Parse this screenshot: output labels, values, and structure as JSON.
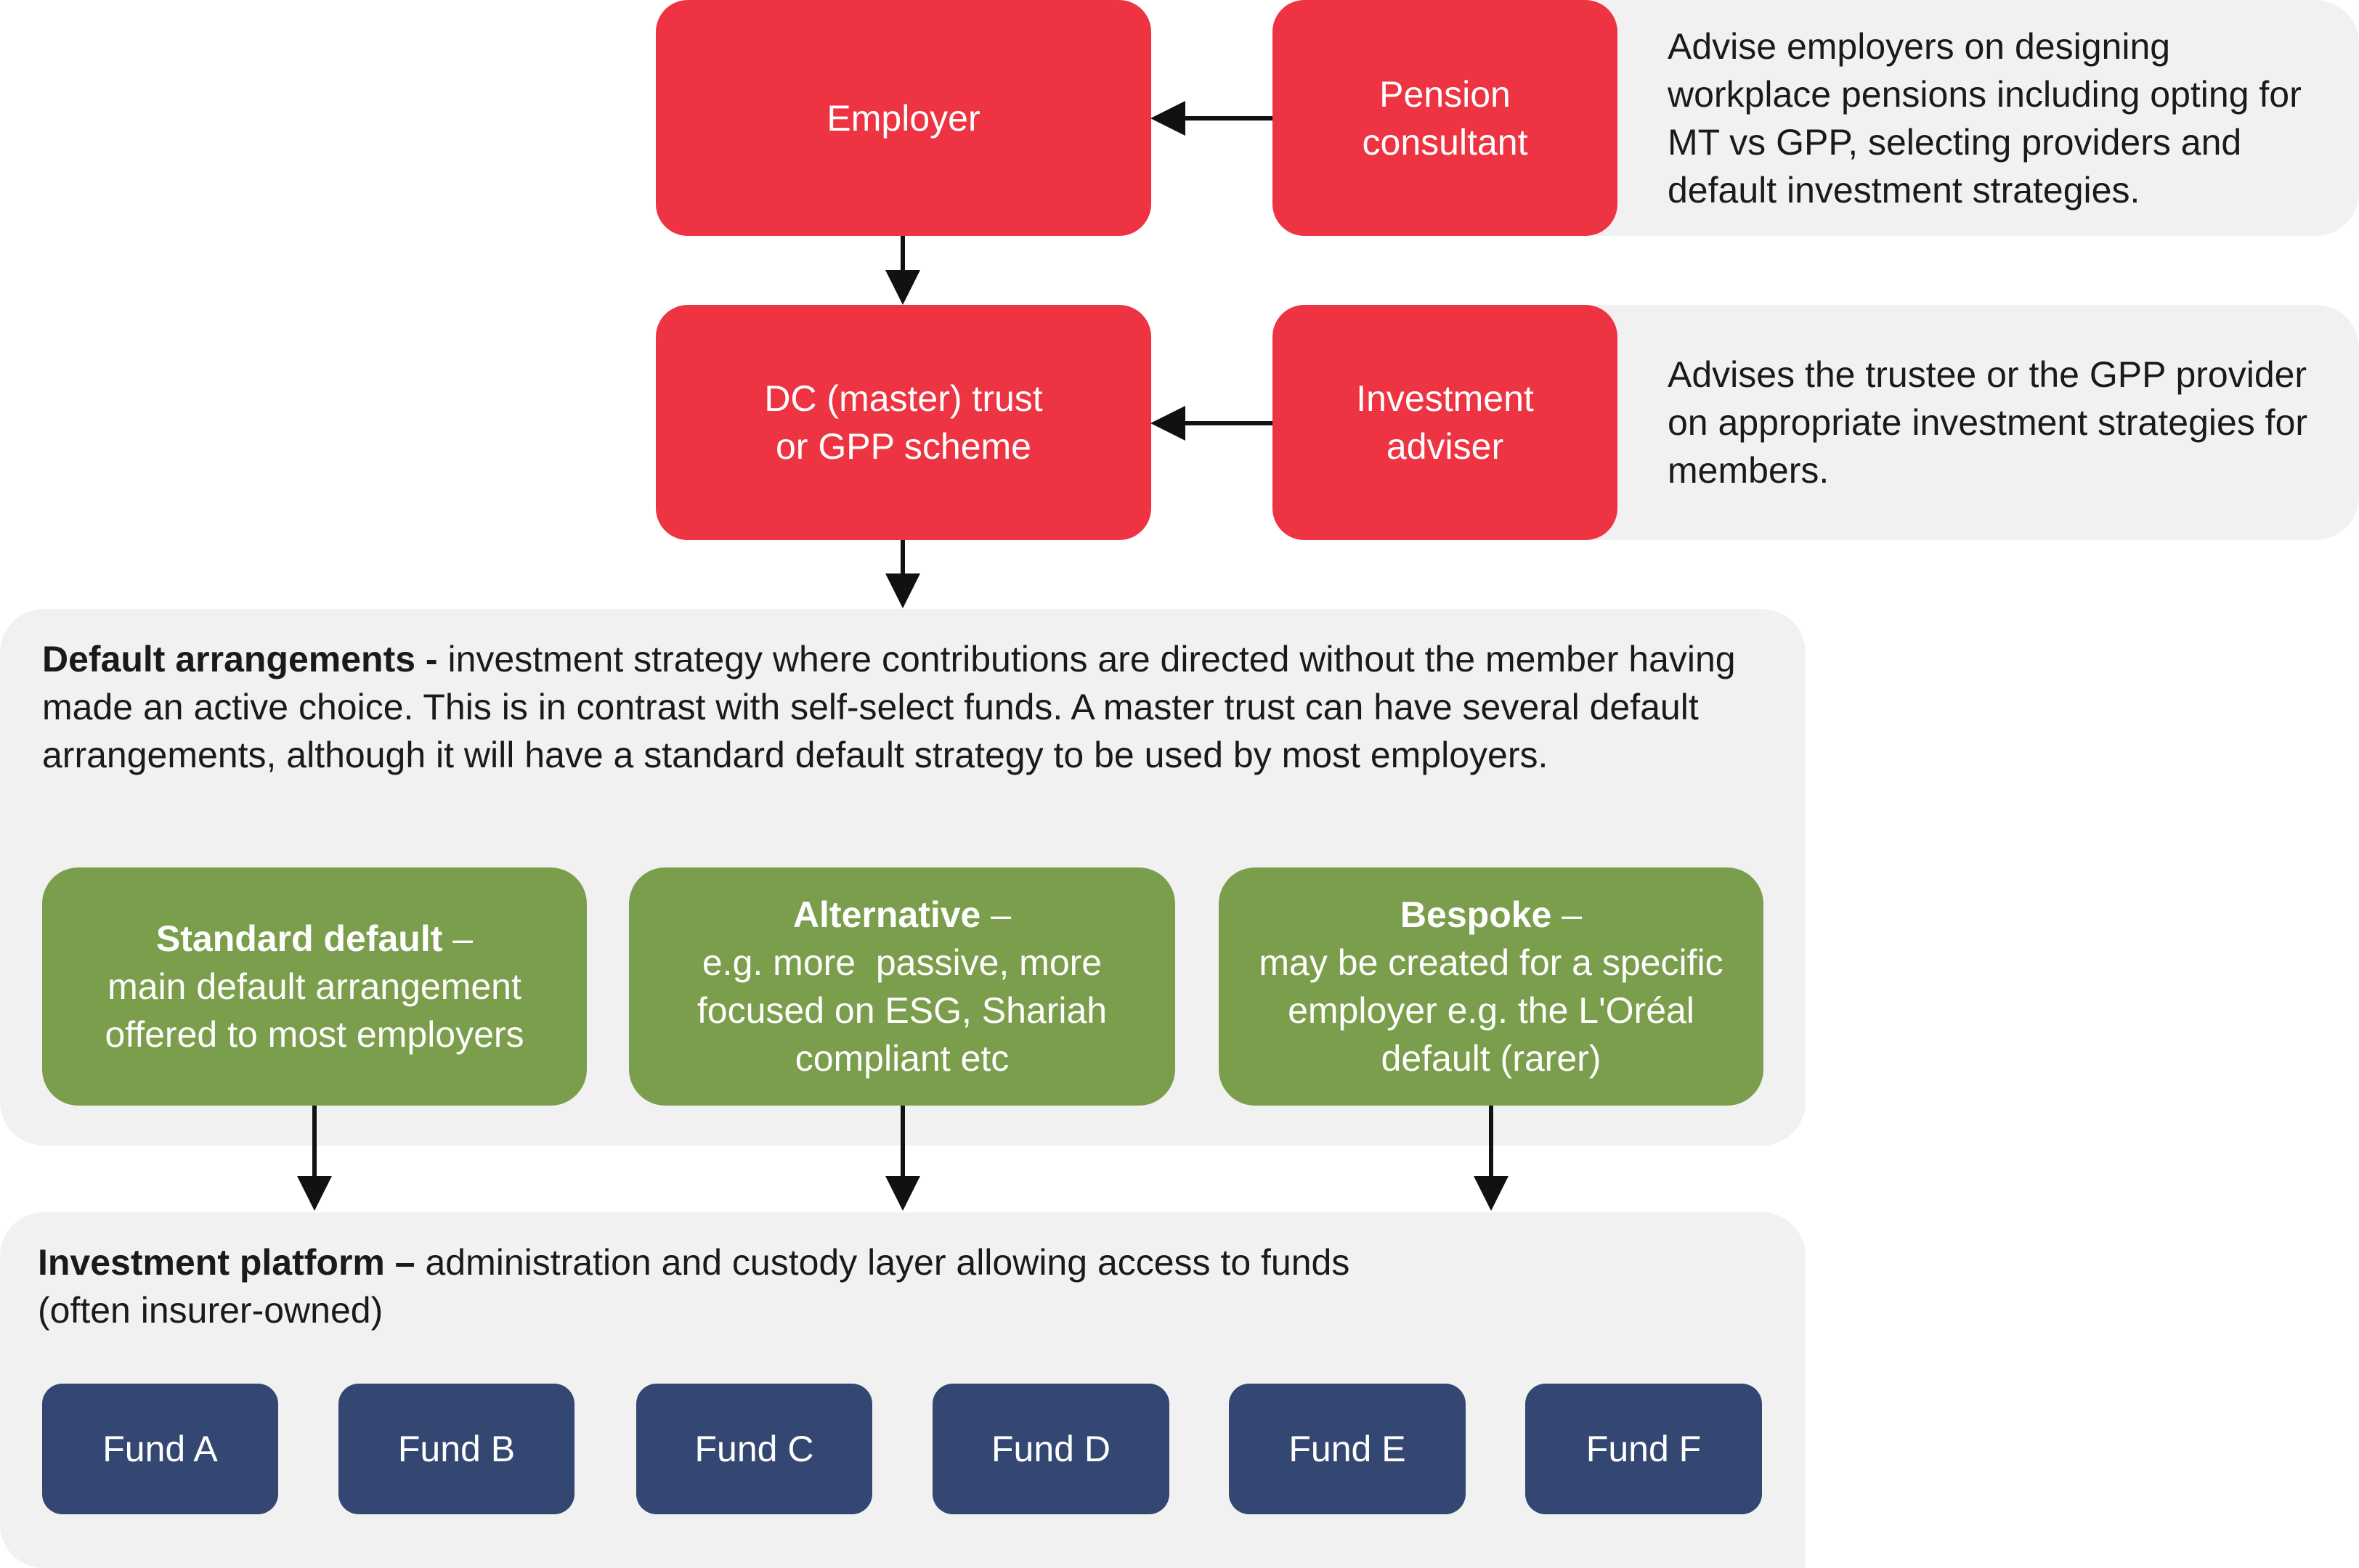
{
  "colors": {
    "red": "#EE3342",
    "green": "#7A9E4B",
    "navy": "#344772",
    "panel_gray": "#F1F1F1",
    "arrow": "#111111"
  },
  "top_row": {
    "employer": "Employer",
    "pension_consultant_line1": "Pension",
    "pension_consultant_line2": "consultant",
    "pension_consultant_note": "Advise employers on designing workplace pensions including opting for MT vs GPP, selecting providers and default investment strategies."
  },
  "second_row": {
    "scheme_line1": "DC (master) trust",
    "scheme_line2": "or GPP scheme",
    "investment_adviser_line1": "Investment",
    "investment_adviser_line2": "adviser",
    "investment_adviser_note": "Advises the trustee or the GPP provider on appropriate investment strategies for members."
  },
  "default_arrangements": {
    "title": "Default arrangements -",
    "description": " investment strategy where contributions are directed without the member having made an active choice. This is in contrast with self-select funds. A master trust can have several default arrangements, although it will have a standard default strategy to be used by most employers.",
    "options": [
      {
        "title": "Standard default",
        "dash": " –",
        "text": "main default arrangement offered to most employers"
      },
      {
        "title": "Alternative",
        "dash": " –",
        "text": "e.g. more  passive, more focused on ESG, Shariah compliant etc"
      },
      {
        "title": "Bespoke",
        "dash": " –",
        "text": "may be created for a specific employer e.g. the L'Oréal default (rarer)"
      }
    ]
  },
  "investment_platform": {
    "title": "Investment platform –",
    "description": " administration and custody layer allowing access to funds",
    "description_line2": "(often insurer-owned)",
    "funds": [
      "Fund A",
      "Fund B",
      "Fund C",
      "Fund D",
      "Fund E",
      "Fund F"
    ]
  }
}
